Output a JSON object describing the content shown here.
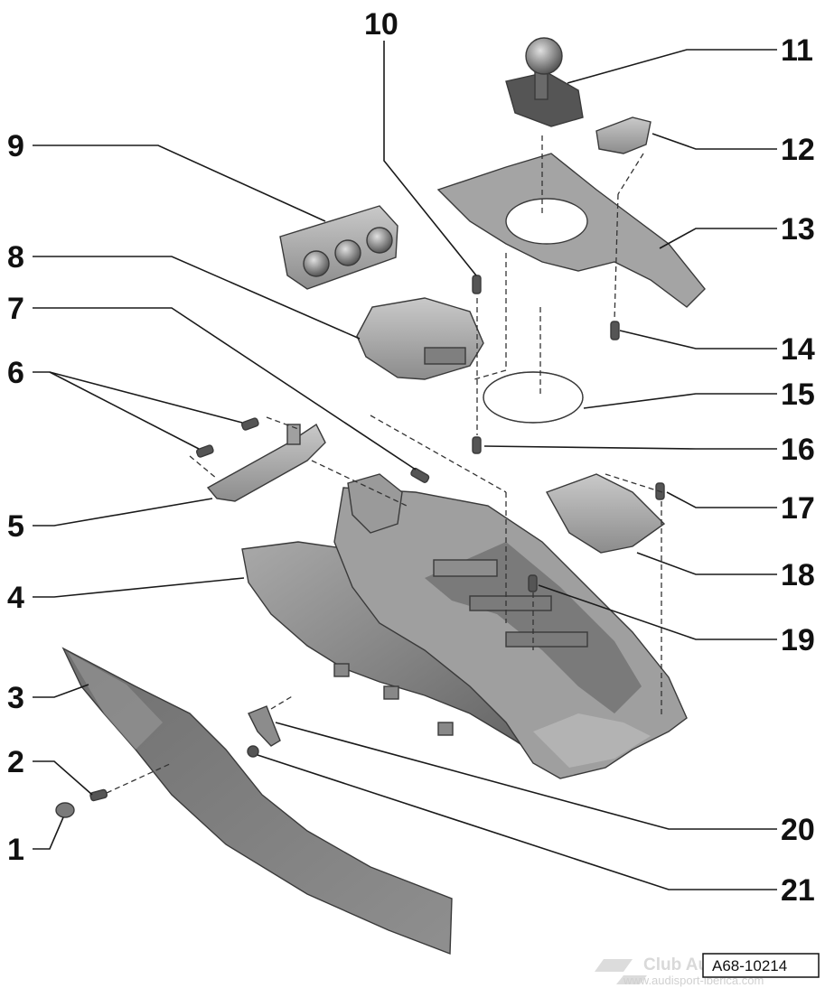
{
  "diagram": {
    "callouts": [
      {
        "id": "1",
        "label": "1"
      },
      {
        "id": "2",
        "label": "2"
      },
      {
        "id": "3",
        "label": "3"
      },
      {
        "id": "4",
        "label": "4"
      },
      {
        "id": "5",
        "label": "5"
      },
      {
        "id": "6",
        "label": "6"
      },
      {
        "id": "7",
        "label": "7"
      },
      {
        "id": "8",
        "label": "8"
      },
      {
        "id": "9",
        "label": "9"
      },
      {
        "id": "10",
        "label": "10"
      },
      {
        "id": "11",
        "label": "11"
      },
      {
        "id": "12",
        "label": "12"
      },
      {
        "id": "13",
        "label": "13"
      },
      {
        "id": "14",
        "label": "14"
      },
      {
        "id": "15",
        "label": "15"
      },
      {
        "id": "16",
        "label": "16"
      },
      {
        "id": "17",
        "label": "17"
      },
      {
        "id": "18",
        "label": "18"
      },
      {
        "id": "19",
        "label": "19"
      },
      {
        "id": "20",
        "label": "20"
      },
      {
        "id": "21",
        "label": "21"
      }
    ],
    "figure_code": "A68-10214",
    "watermark": {
      "title": "Club Audi",
      "url": "www.audisport-iberica.com"
    },
    "colors": {
      "part_fill": "#8a8a8a",
      "part_light": "#b5b5b5",
      "part_dark": "#5e5e5e",
      "ink": "#111111"
    }
  }
}
